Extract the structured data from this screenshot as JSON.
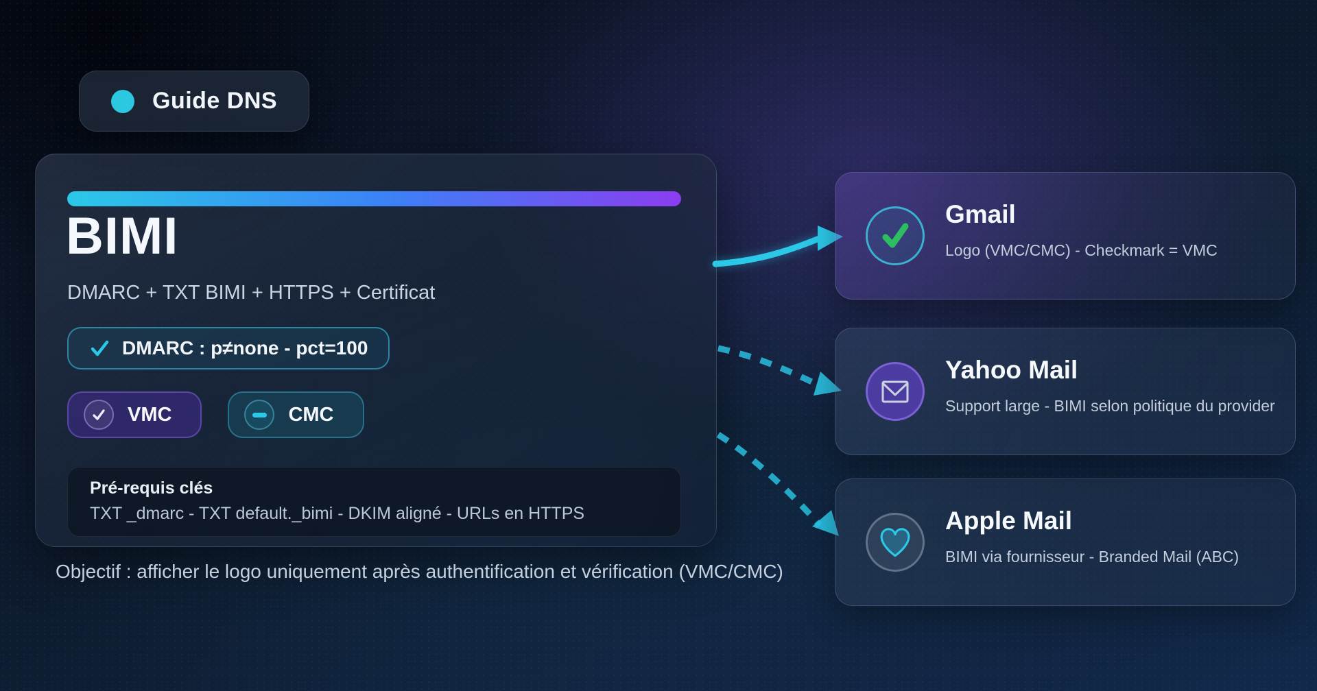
{
  "header": {
    "badge_label": "Guide DNS",
    "badge_dot_icon": "status-dot-icon"
  },
  "main_card": {
    "title": "BIMI",
    "subtitle": "DMARC + TXT BIMI + HTTPS + Certificat",
    "dmarc_chip": {
      "icon": "check-icon",
      "label": "DMARC : p≠none - pct=100"
    },
    "chips": [
      {
        "icon": "check-circle-icon",
        "label": "VMC"
      },
      {
        "icon": "dash-circle-icon",
        "label": "CMC"
      }
    ],
    "prerequisites": {
      "title": "Pré-requis clés",
      "body": "TXT _dmarc - TXT default._bimi - DKIM aligné - URLs en HTTPS"
    }
  },
  "objective": "Objectif : afficher le logo uniquement après authentification et vérification (VMC/CMC)",
  "providers": [
    {
      "name": "Gmail",
      "description": "Logo (VMC/CMC) - Checkmark = VMC",
      "icon": "check-circle-icon",
      "connector": "solid"
    },
    {
      "name": "Yahoo Mail",
      "description": "Support large - BIMI selon politique du provider",
      "icon": "envelope-icon",
      "connector": "dashed"
    },
    {
      "name": "Apple Mail",
      "description": "BIMI via fournisseur - Branded Mail (ABC)",
      "icon": "heart-icon",
      "connector": "dashed"
    }
  ],
  "colors": {
    "accent-cyan": "#2BC8E8",
    "accent-blue": "#3B82F6",
    "accent-purple": "#8B3DF0",
    "accent-green": "#2EBE62",
    "dot-cyan": "#2BC8E0"
  }
}
